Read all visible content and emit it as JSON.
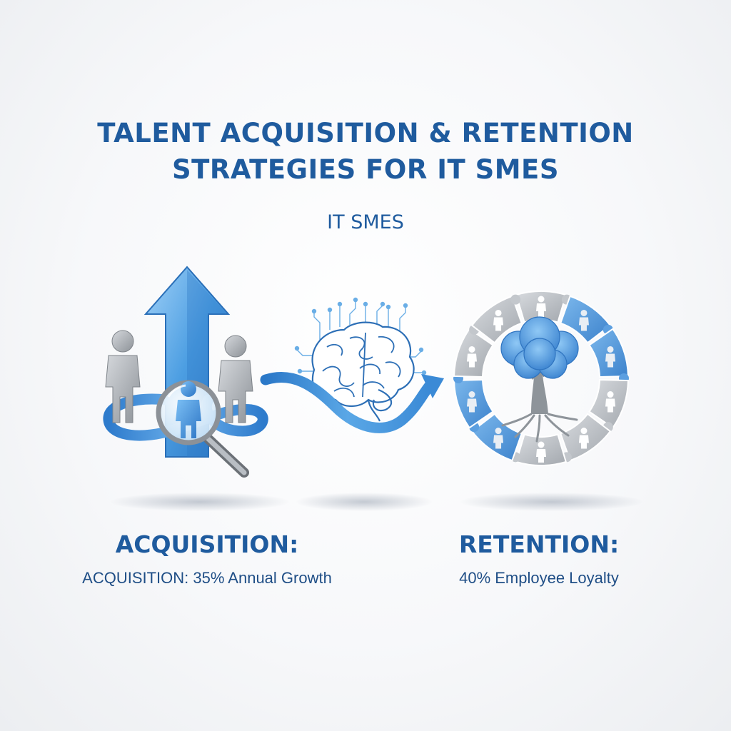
{
  "title": {
    "line1": "TALENT ACQUISITION & RETENTION",
    "line2": "STRATEGIES FOR IT SMES"
  },
  "subtitle": "IT SMES",
  "acquisition": {
    "heading": "ACQUISITION:",
    "detail": "ACQUISITION: 35% Annual Growth",
    "icons": [
      "up-arrow-icon",
      "person-icon",
      "magnifying-glass-icon",
      "swoosh-icon"
    ]
  },
  "connector": {
    "icons": [
      "brain-icon",
      "circuit-icon",
      "wave-arrow-icon"
    ]
  },
  "retention": {
    "heading": "RETENTION:",
    "detail": "40% Employee Loyalty",
    "icons": [
      "puzzle-ring-icon",
      "tree-icon",
      "person-icon"
    ]
  },
  "colors": {
    "primary_blue": "#1f5b9e",
    "accent_blue": "#3f8fd6",
    "light_blue": "#7cb8ec",
    "gray": "#a8adb3",
    "background": "#f4f5f7"
  }
}
